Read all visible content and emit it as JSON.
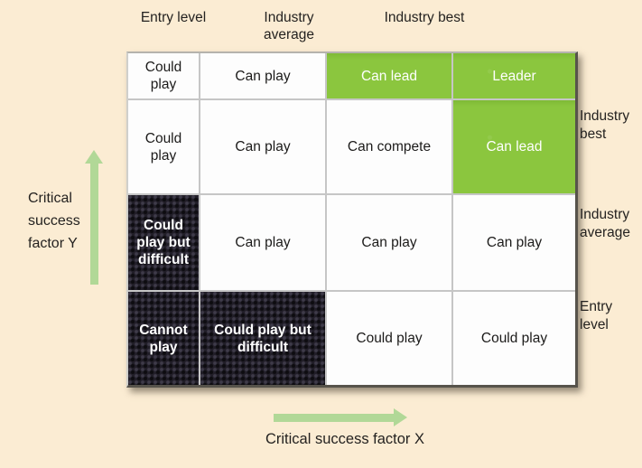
{
  "diagram": {
    "top_labels": [
      "Entry level",
      "Industry average",
      "Industry best"
    ],
    "right_labels": [
      "Industry best",
      "Industry average",
      "Entry level"
    ],
    "axes": {
      "y_label": "Critical success factor Y",
      "x_label": "Critical success factor X"
    },
    "grid": {
      "rows": [
        {
          "cells": [
            {
              "text": "Could play",
              "tone": "white"
            },
            {
              "text": "Can play",
              "tone": "white"
            },
            {
              "text": "Can lead",
              "tone": "green"
            },
            {
              "text": "Leader",
              "tone": "green"
            }
          ]
        },
        {
          "cells": [
            {
              "text": "Could play",
              "tone": "white"
            },
            {
              "text": "Can play",
              "tone": "white"
            },
            {
              "text": "Can compete",
              "tone": "white"
            },
            {
              "text": "Can lead",
              "tone": "green"
            }
          ]
        },
        {
          "cells": [
            {
              "text": "Could play but difficult",
              "tone": "dark"
            },
            {
              "text": "Can play",
              "tone": "white"
            },
            {
              "text": "Can play",
              "tone": "white"
            },
            {
              "text": "Can play",
              "tone": "white"
            }
          ]
        },
        {
          "cells": [
            {
              "text": "Cannot play",
              "tone": "dark"
            },
            {
              "text": "Could play but difficult",
              "tone": "dark"
            },
            {
              "text": "Could play",
              "tone": "white"
            },
            {
              "text": "Could play",
              "tone": "white"
            }
          ]
        }
      ]
    },
    "colors": {
      "background": "#FBECD3",
      "green_cell": "#8BC63E",
      "dark_cell": "#211E28",
      "arrow": "#B1D897",
      "grid_line": "#C6C6C6"
    }
  }
}
